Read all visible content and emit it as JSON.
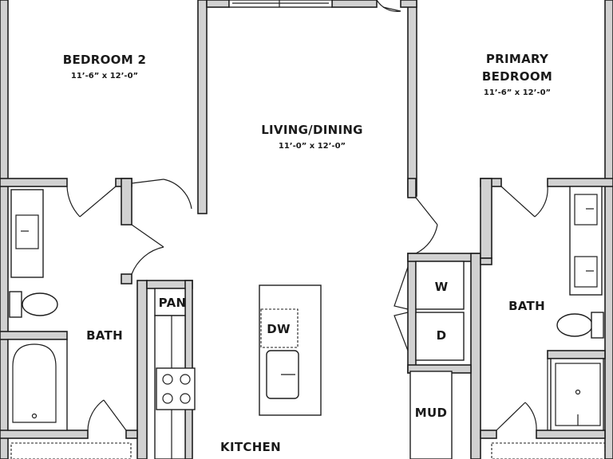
{
  "colors": {
    "wall_fill": "#d1d1d1",
    "line": "#1e1e1e",
    "background": "#ffffff"
  },
  "rooms": {
    "bedroom2": {
      "name": "BEDROOM 2",
      "dims": "11’-6” x 12’-0”"
    },
    "living": {
      "name": "LIVING/DINING",
      "dims": "11’-0” x 12’-0”"
    },
    "primary": {
      "name_line1": "PRIMARY",
      "name_line2": "BEDROOM",
      "dims": "11’-6” x 12’-0”"
    },
    "bath_left": {
      "name": "BATH"
    },
    "bath_right": {
      "name": "BATH"
    },
    "kitchen": {
      "name": "KITCHEN"
    }
  },
  "fixtures": {
    "pantry": "PAN",
    "dishwasher": "DW",
    "washer": "W",
    "dryer": "D",
    "mudroom": "MUD"
  }
}
